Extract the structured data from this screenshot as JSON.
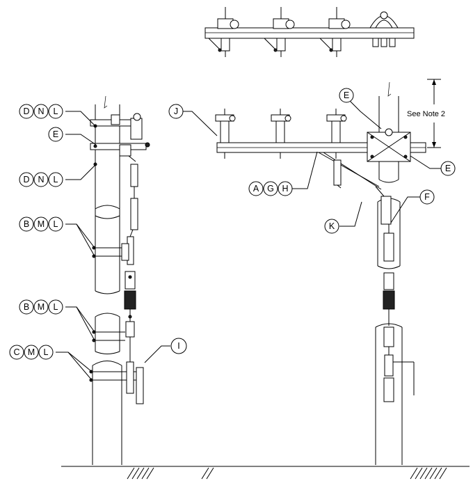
{
  "callouts": {
    "left_top": [
      "D",
      "N",
      "L"
    ],
    "left_e": [
      "E"
    ],
    "left_mid": [
      "D",
      "N",
      "L"
    ],
    "left_bml_1": [
      "B",
      "M",
      "L"
    ],
    "left_bml_2": [
      "B",
      "M",
      "L"
    ],
    "left_cml": [
      "C",
      "M",
      "L"
    ],
    "left_i": [
      "I"
    ],
    "right_j": [
      "J"
    ],
    "right_e_top": [
      "E"
    ],
    "right_e_bottom": [
      "E"
    ],
    "right_agh": [
      "A",
      "G",
      "H"
    ],
    "right_f": [
      "F"
    ],
    "right_k": [
      "K"
    ]
  },
  "note": "See Note 2"
}
